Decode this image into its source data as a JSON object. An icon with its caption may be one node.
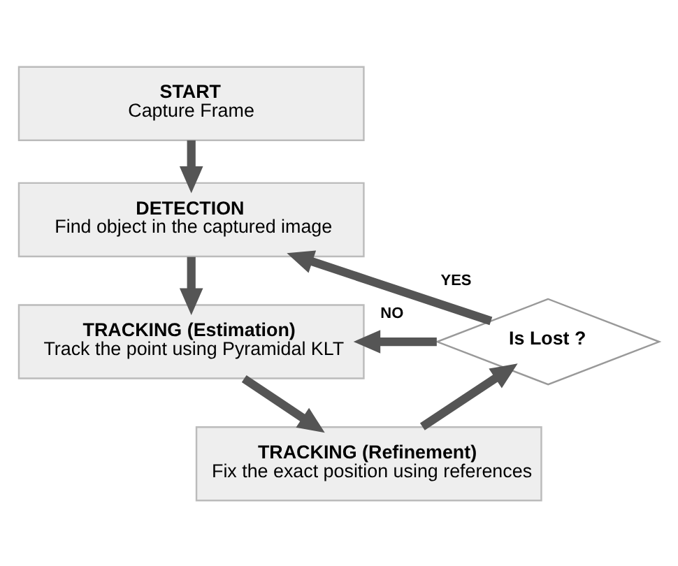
{
  "diagram": {
    "nodes": [
      {
        "text": [
          "START",
          "Capture Frame"
        ]
      },
      {
        "text": [
          "DETECTION",
          "Find object in the captured image"
        ]
      },
      {
        "text": [
          "TRACKING (Estimation)",
          "Track the point using Pyramidal KLT"
        ]
      },
      {
        "text": [
          "TRACKING (Refinement)",
          "Fix the exact position using references"
        ]
      },
      {
        "text": [
          "Is Lost ?"
        ]
      }
    ],
    "edges": [
      {
        "from": 0,
        "to": 1,
        "arrow": "to"
      },
      {
        "from": 1,
        "to": 2,
        "arrow": "to"
      },
      {
        "from": 2,
        "to": 3,
        "arrow": "to"
      },
      {
        "from": 3,
        "to": 4,
        "arrow": "to"
      },
      {
        "from": 4,
        "to": 1,
        "arrow": "to",
        "label": "YES"
      },
      {
        "from": 4,
        "to": 2,
        "arrow": "to",
        "label": "NO"
      }
    ]
  }
}
